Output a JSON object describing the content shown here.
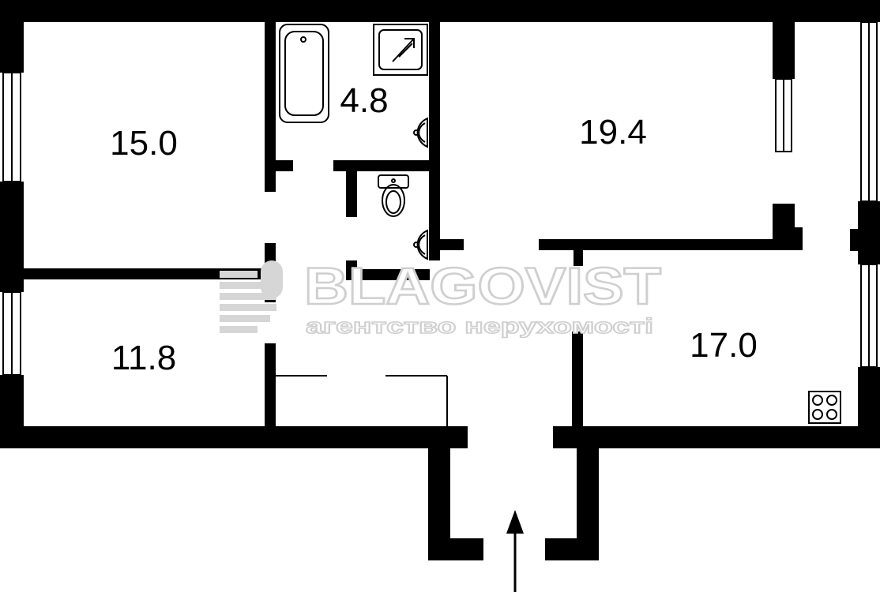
{
  "rooms": [
    {
      "area": "15.0"
    },
    {
      "area": "4.8"
    },
    {
      "area": "19.4"
    },
    {
      "area": "11.8"
    },
    {
      "area": "17.0"
    }
  ],
  "watermark": {
    "brand": "BLAGOVIST",
    "tagline": "агентство нерухомості"
  },
  "colors": {
    "wall": "#000000",
    "background": "#ffffff",
    "watermark": "#d6d6d6"
  },
  "icons": [
    "bathtub-icon",
    "shower-icon",
    "sink-icon",
    "toilet-icon",
    "stove-icon",
    "entrance-arrow-icon",
    "watermark-logo-icon"
  ]
}
